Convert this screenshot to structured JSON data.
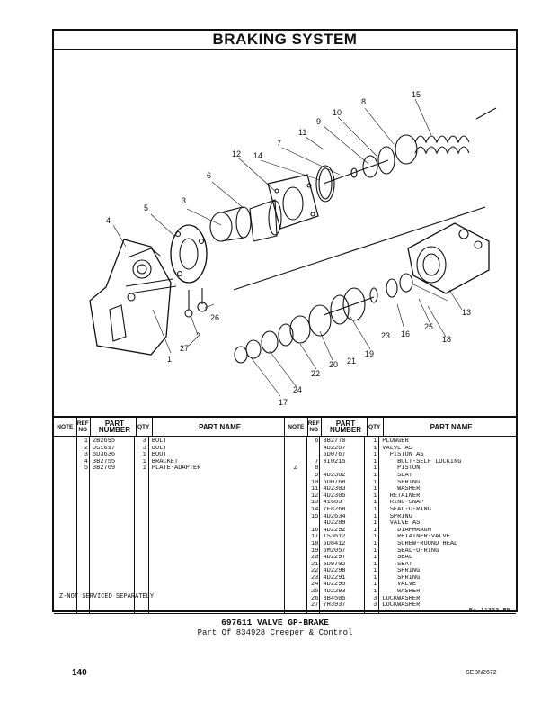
{
  "header": {
    "title": "BRAKING SYSTEM"
  },
  "table": {
    "headers": {
      "note": "NOTE",
      "ref_no": "REF NO",
      "part_number": "PART NUMBER",
      "qty": "QTY",
      "part_name": "PART NAME"
    },
    "left": {
      "note": [
        "",
        "",
        "",
        "",
        ""
      ],
      "ref": [
        "1",
        "2",
        "3",
        "4",
        "5"
      ],
      "part": [
        "2B2695",
        "0S1617",
        "5D3636",
        "3B2755",
        "3B2769"
      ],
      "qty": [
        "3",
        "3",
        "1",
        "1",
        "1"
      ],
      "name": [
        "BOLT",
        "BOLT",
        "BOOT",
        "BRACKET",
        "PLATE-ADAPTER"
      ]
    },
    "right": {
      "note": [
        "",
        "",
        "",
        "",
        "Z",
        "",
        "",
        "",
        "",
        "",
        "",
        "",
        "",
        "",
        "",
        "",
        "",
        "",
        "",
        "",
        "",
        "",
        "",
        "",
        "",
        "",
        ""
      ],
      "ref": [
        "6",
        "",
        "",
        "7",
        "8",
        "9",
        "10",
        "11",
        "12",
        "13",
        "14",
        "15",
        "",
        "16",
        "17",
        "18",
        "19",
        "20",
        "21",
        "22",
        "23",
        "24",
        "25",
        "26",
        "27"
      ],
      "part": [
        "3B2770",
        "4D2287",
        "5D0767",
        "3I0215",
        "",
        "4D2302",
        "5D0768",
        "4D2303",
        "4D2305",
        "41683",
        "7F8268",
        "4D2634",
        "4D2289",
        "4D2292",
        "1S3612",
        "5D8412",
        "5M2057",
        "4D2297",
        "5D9702",
        "4D2298",
        "4D2291",
        "4D2295",
        "4D2293",
        "3B4505",
        "7H3937"
      ],
      "qty": [
        "1",
        "1",
        "1",
        "1",
        "1",
        "1",
        "1",
        "1",
        "1",
        "1",
        "1",
        "1",
        "1",
        "1",
        "1",
        "1",
        "1",
        "1",
        "1",
        "1",
        "1",
        "1",
        "1",
        "3",
        "3"
      ],
      "name": [
        "PLUNGER",
        "VALVE AS",
        "  PISTON AS",
        "    BOLT-SELF LOCKING",
        "    PISTON",
        "    SEAT",
        "    SPRING",
        "    WASHER",
        "  RETAINER",
        "  RING-SNAP",
        "  SEAL-O-RING",
        "  SPRING",
        "  VALVE AS",
        "    DIAPHRAGM",
        "    RETAINER-VALVE",
        "    SCREW-ROUND HEAD",
        "    SEAL-O-RING",
        "    SEAL",
        "    SEAT",
        "    SPRING",
        "    SPRING",
        "    VALVE",
        "    WASHER",
        "LOCKWASHER",
        "LOCKWASHER"
      ]
    }
  },
  "diagram": {
    "callouts": [
      "1",
      "2",
      "3",
      "4",
      "5",
      "6",
      "7",
      "8",
      "9",
      "10",
      "11",
      "12",
      "13",
      "14",
      "15",
      "16",
      "17",
      "18",
      "19",
      "20",
      "21",
      "22",
      "23",
      "24",
      "25",
      "26",
      "27"
    ]
  },
  "footnote": "Z-NOT SERVICED SEPARATELY",
  "figure_ref": "B- 11333 EP",
  "caption": {
    "line1": "697611 VALVE GP-BRAKE",
    "line2": "Part Of 834928 Creeper & Control"
  },
  "page_number": "140",
  "doc_number": "SEBN2672"
}
